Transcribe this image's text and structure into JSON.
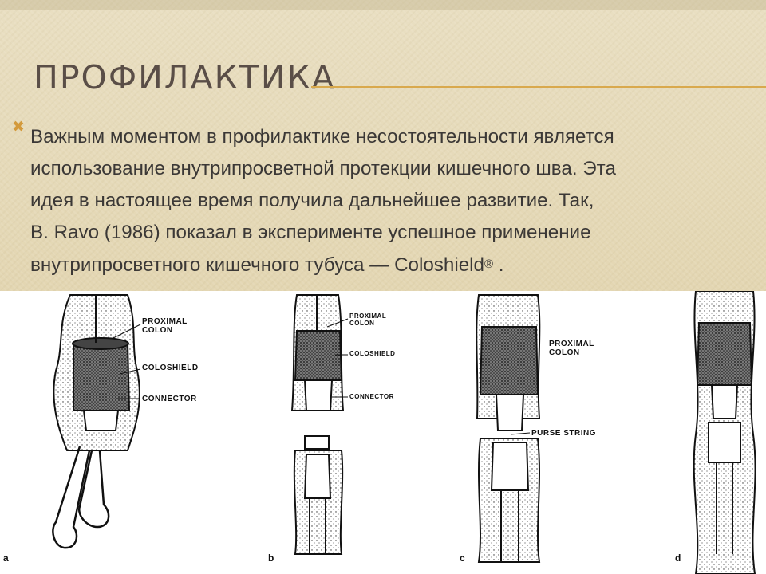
{
  "slide": {
    "title": "ПРОФИЛАКТИКА",
    "bullet_icon": "x-mark-bullet-icon",
    "paragraph_lines": [
      "Важным моментом в профилактике несостоятельности является",
      "использование внутрипросветной протекции кишечного шва. Эта",
      "идея в настоящее время получила дальнейшее развитие. Так,",
      "В. Ravo (1986) показал в эксперименте успешное применение",
      "внутрипросветного кишечного тубуса — Coloshield"
    ],
    "registered_mark": "®",
    "trailing": " ."
  },
  "figure": {
    "panels": [
      {
        "letter": "a",
        "labels": [
          "PROXIMAL",
          "COLON",
          "COLOSHIELD",
          "CONNECTOR"
        ]
      },
      {
        "letter": "b",
        "labels": [
          "PROXIMAL",
          "COLON",
          "COLOSHIELD",
          "CONNECTOR"
        ]
      },
      {
        "letter": "c",
        "labels": [
          "PROXIMAL",
          "COLON",
          "PURSE STRING"
        ]
      },
      {
        "letter": "d",
        "labels": []
      }
    ]
  },
  "colors": {
    "title": "#5a4e47",
    "text": "#3b3836",
    "accent": "#d9a94d",
    "background": "#e6dab8"
  }
}
